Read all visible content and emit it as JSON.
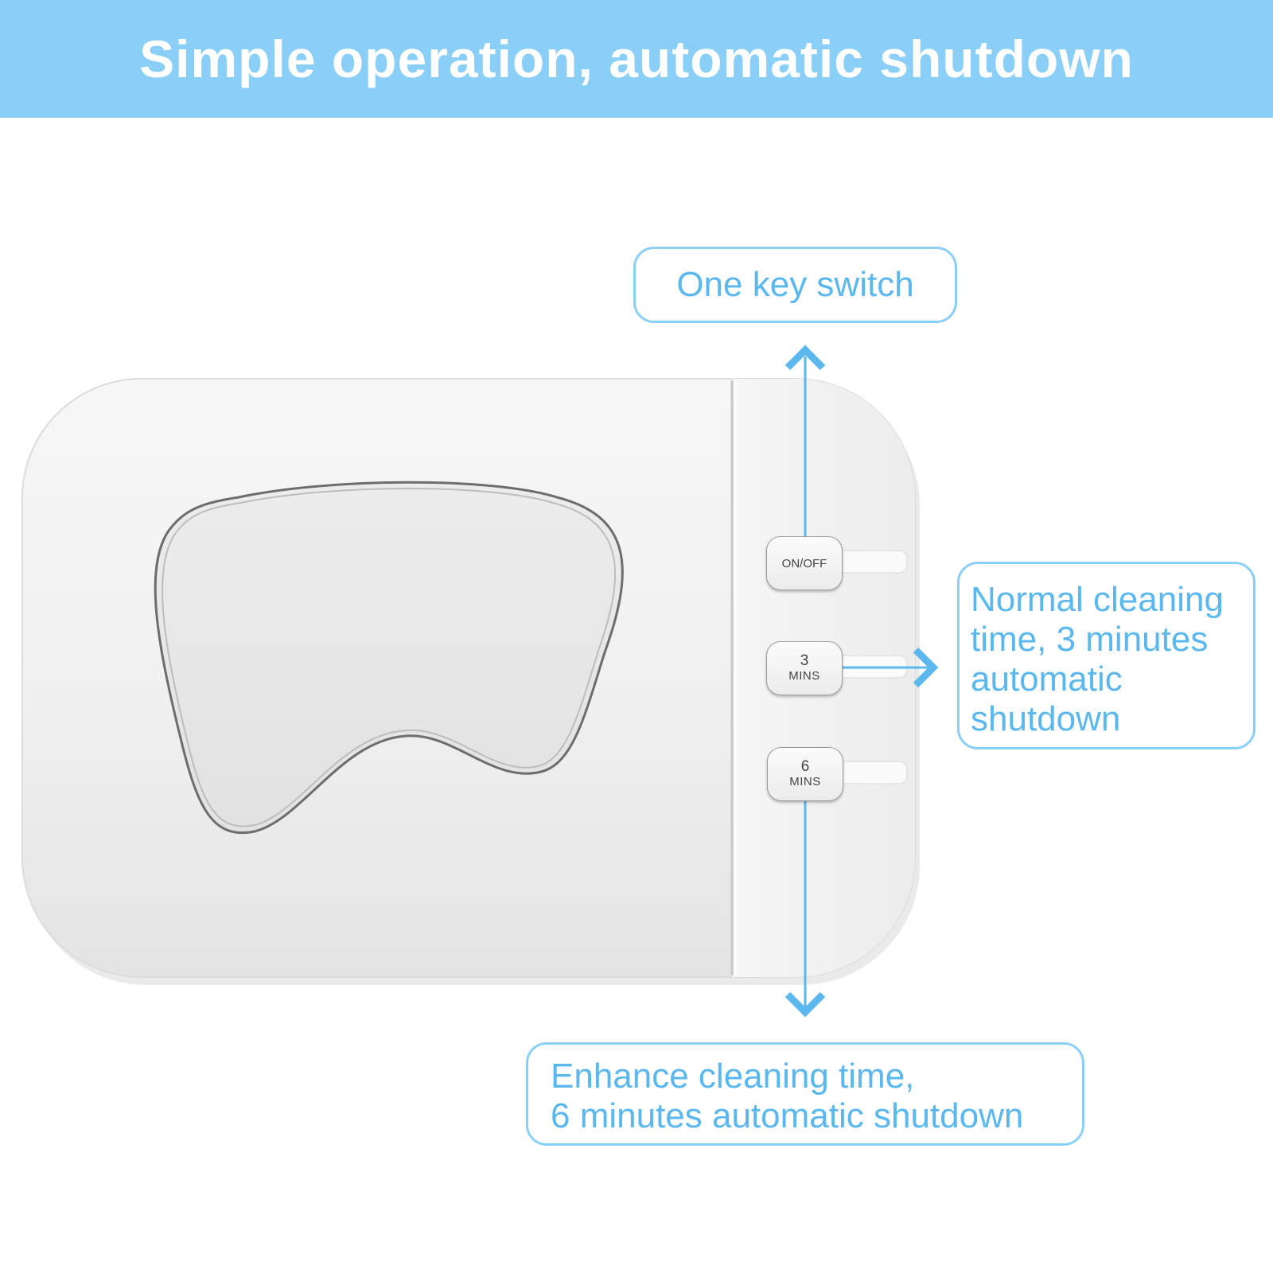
{
  "banner": {
    "title": "Simple operation, automatic shutdown",
    "background": "#8acff8"
  },
  "device": {
    "buttons": [
      {
        "lines": [
          "ON/OFF"
        ]
      },
      {
        "lines": [
          "3",
          "MINS"
        ]
      },
      {
        "lines": [
          "6",
          "MINS"
        ]
      }
    ]
  },
  "callouts": {
    "top": {
      "text": "One key switch"
    },
    "right": {
      "lines": [
        "Normal cleaning",
        "time, 3 minutes",
        "automatic",
        "shutdown"
      ]
    },
    "bottom": {
      "lines": [
        "Enhance cleaning time,",
        "6 minutes automatic shutdown"
      ]
    }
  },
  "colors": {
    "accent": "#8acff8",
    "callout_text": "#5bb8ef",
    "device_body": "#f2f2f2"
  }
}
